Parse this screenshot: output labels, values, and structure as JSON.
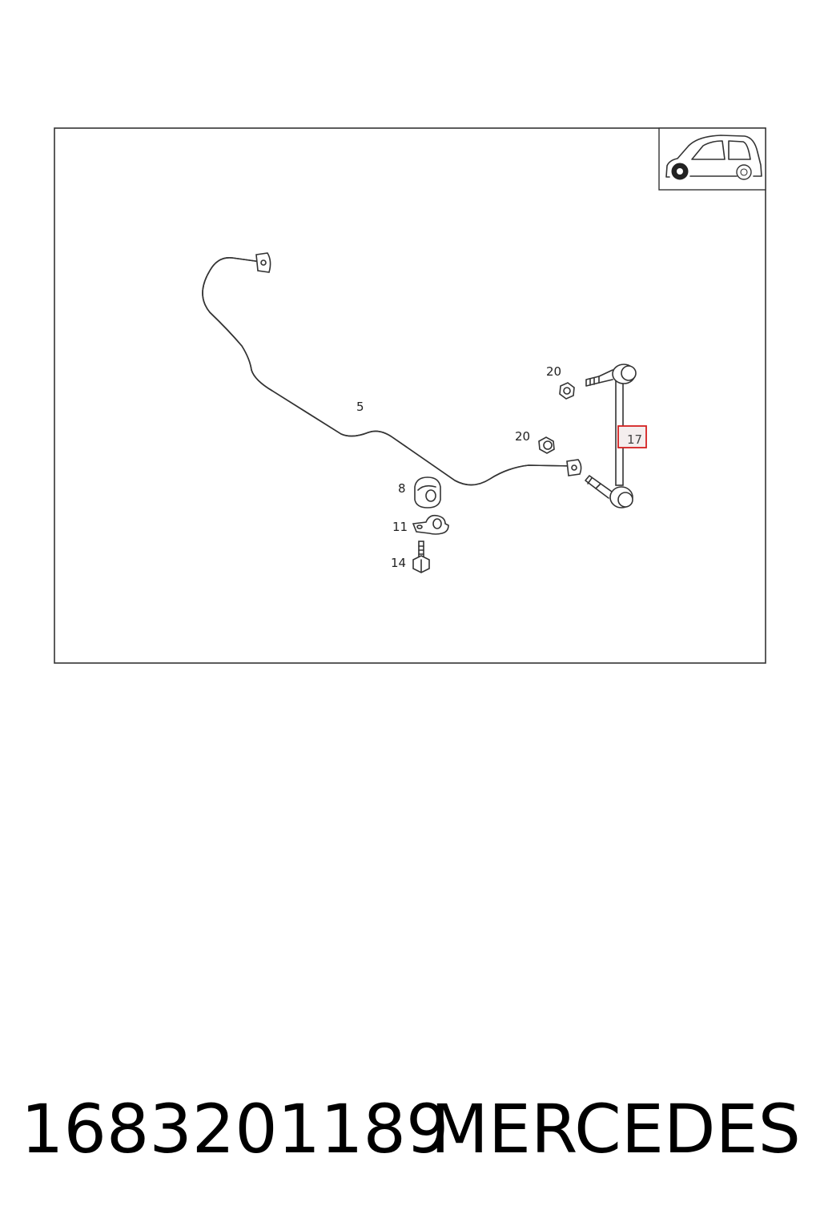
{
  "diagram": {
    "callouts": {
      "stabilizer_bar": "5",
      "bushing": "8",
      "bracket": "11",
      "bolt": "14",
      "link": "17",
      "nut_upper": "20",
      "nut_lower": "20"
    },
    "highlight_color": "#d42020",
    "vehicle_icon": "car-side-front-wheel-highlighted"
  },
  "footer": {
    "part_number": "1683201189",
    "brand": "MERCEDES"
  }
}
